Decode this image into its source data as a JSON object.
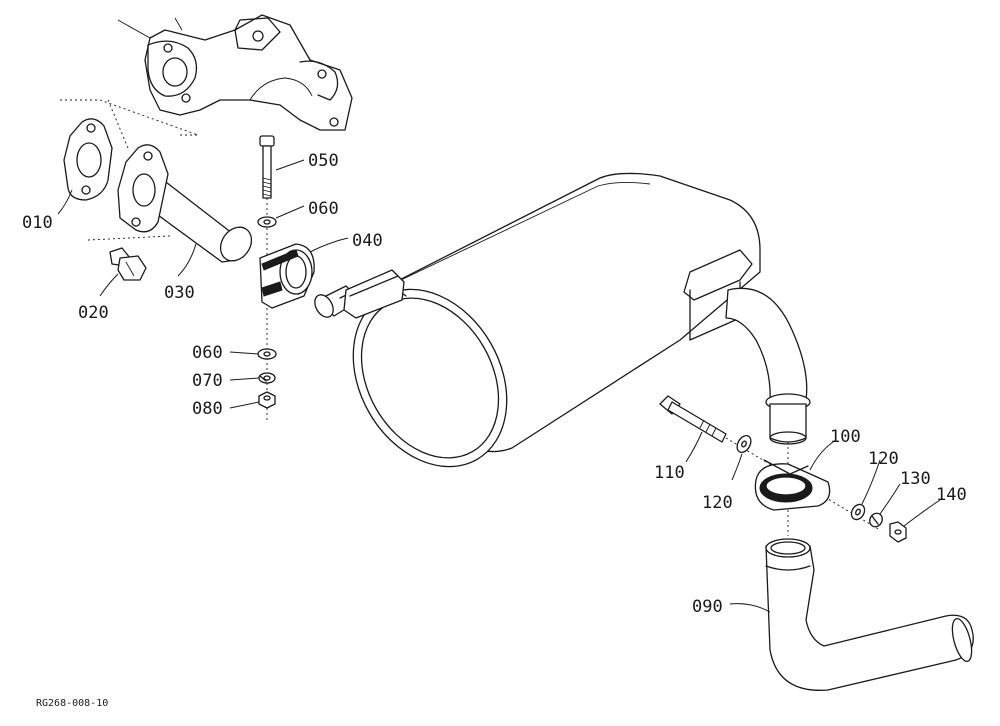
{
  "diagram": {
    "reference_code": "RG268-008-10",
    "callouts": {
      "p010": "010",
      "p020": "020",
      "p030": "030",
      "p040": "040",
      "p050": "050",
      "p060a": "060",
      "p060b": "060",
      "p070": "070",
      "p080": "080",
      "p090": "090",
      "p100": "100",
      "p110": "110",
      "p120a": "120",
      "p120b": "120",
      "p130": "130",
      "p140": "140"
    }
  }
}
